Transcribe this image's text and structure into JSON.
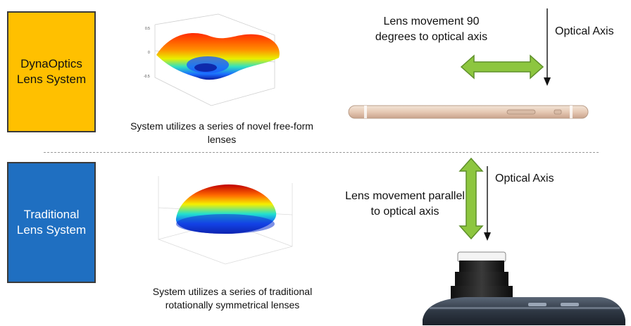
{
  "colors": {
    "dyna_box": "#FFC000",
    "traditional_box": "#1F6FC1",
    "arrow_fill": "#8DC63F",
    "arrow_stroke": "#5E8F2A"
  },
  "top": {
    "box_label": "DynaOptics Lens System",
    "plot_ticks": [
      "0.5",
      "0",
      "-0.5"
    ],
    "caption": "System utilizes a series of novel free-form lenses",
    "movement_label": "Lens movement 90 degrees to optical axis",
    "axis_label": "Optical Axis",
    "device": "phone-side-icon"
  },
  "bottom": {
    "box_label": "Traditional Lens System",
    "caption": "System utilizes a series of traditional rotationally symmetrical lenses",
    "movement_label": "Lens movement parallel to optical axis",
    "axis_label": "Optical Axis",
    "device": "camera-lens-icon"
  }
}
